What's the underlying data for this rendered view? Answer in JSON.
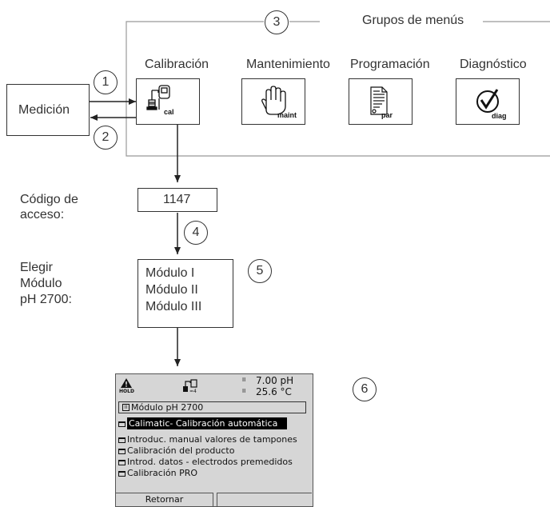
{
  "menu_groups": {
    "title": "Grupos de menús",
    "items": [
      {
        "label": "Calibración",
        "icon_text": "cal",
        "icon": "calibration-icon"
      },
      {
        "label": "Mantenimiento",
        "icon_text": "maint",
        "icon": "hand-icon"
      },
      {
        "label": "Programación",
        "icon_text": "par",
        "icon": "document-icon"
      },
      {
        "label": "Diagnóstico",
        "icon_text": "diag",
        "icon": "checkmark-icon"
      }
    ]
  },
  "measurement": {
    "label": "Medición"
  },
  "access_code": {
    "label_line1": "Código de",
    "label_line2": "acceso:",
    "value": "1147"
  },
  "module_choice": {
    "label_line1": "Elegir",
    "label_line2": "Módulo",
    "label_line3": "pH 2700:",
    "options": [
      "Módulo I",
      "Módulo II",
      "Módulo III"
    ]
  },
  "steps": [
    "1",
    "2",
    "3",
    "4",
    "5",
    "6"
  ],
  "device_screen": {
    "hold": "HOLD",
    "reading1_channel": "II",
    "reading1": "7.00 pH",
    "reading2_channel": "II",
    "reading2": "25.6 °C",
    "module_index": "II",
    "module_title": "Módulo pH 2700",
    "items": [
      "Calimatic- Calibración automática",
      "Introduc. manual valores de tampones",
      "Calibración del producto",
      "Introd. datos - electrodos  premedidos",
      "Calibración PRO"
    ],
    "softkey_left": "Retornar",
    "softkey_right": ""
  },
  "colors": {
    "line": "#333333",
    "group_border": "#999999",
    "screen_bg": "#d6d6d6",
    "highlight": "#000000"
  }
}
